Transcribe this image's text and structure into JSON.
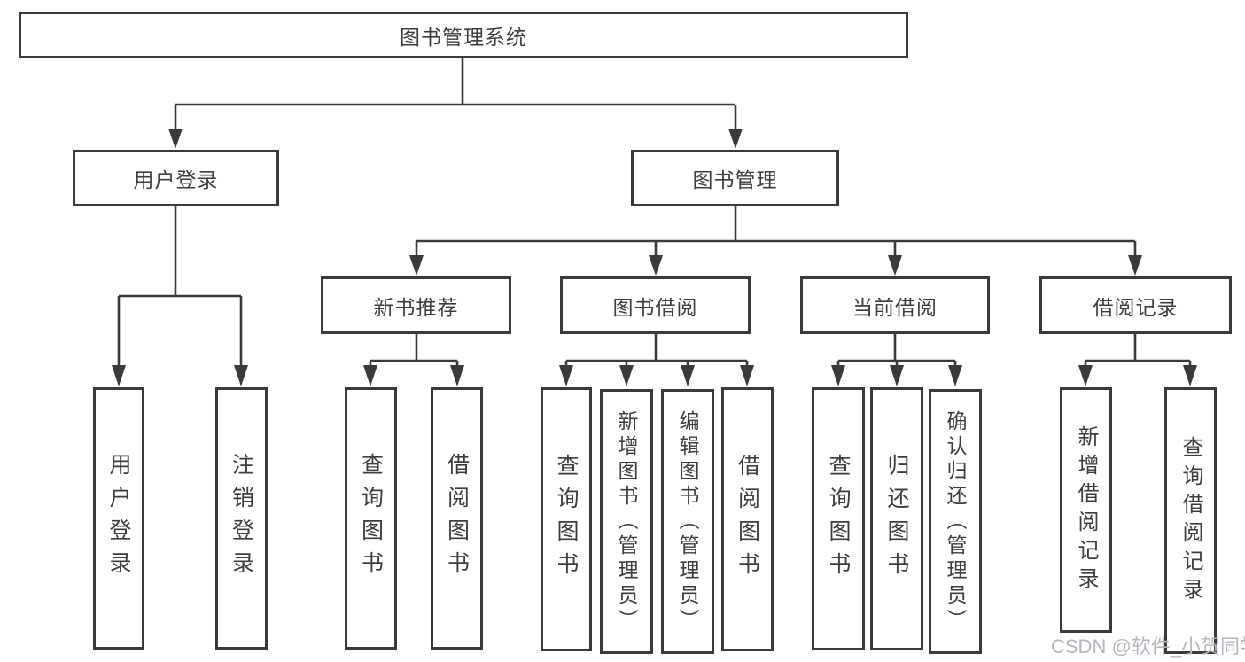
{
  "diagram_title": "图书管理系统",
  "colors": {
    "line": "#3a3a3a",
    "text": "#3d3d3d",
    "background": "#ffffff",
    "watermark": "#b6b6be"
  },
  "watermark": "CSDN @软件_小贺同学",
  "nodes": {
    "root": "图书管理系统",
    "login": "用户登录",
    "mgmt": "图书管理",
    "rec": "新书推荐",
    "borrow": "图书借阅",
    "current": "当前借阅",
    "records": "借阅记录",
    "leaf_login": "用户登录",
    "leaf_logout": "注销登录",
    "rec_query": "查询图书",
    "rec_borrow": "借阅图书",
    "bor_query": "查询图书",
    "bor_add": "新增图书（管理员）",
    "bor_edit": "编辑图书（管理员）",
    "bor_borrow": "借阅图书",
    "cur_query": "查询图书",
    "cur_return": "归还图书",
    "cur_confirm": "确认归还（管理员）",
    "records_add": "新增借阅记录",
    "records_query": "查询借阅记录"
  },
  "hierarchy": {
    "label": "图书管理系统",
    "children": [
      {
        "label": "用户登录",
        "children": [
          {
            "label": "用户登录"
          },
          {
            "label": "注销登录"
          }
        ]
      },
      {
        "label": "图书管理",
        "children": [
          {
            "label": "新书推荐",
            "children": [
              {
                "label": "查询图书"
              },
              {
                "label": "借阅图书"
              }
            ]
          },
          {
            "label": "图书借阅",
            "children": [
              {
                "label": "查询图书"
              },
              {
                "label": "新增图书（管理员）"
              },
              {
                "label": "编辑图书（管理员）"
              },
              {
                "label": "借阅图书"
              }
            ]
          },
          {
            "label": "当前借阅",
            "children": [
              {
                "label": "查询图书"
              },
              {
                "label": "归还图书"
              },
              {
                "label": "确认归还（管理员）"
              }
            ]
          },
          {
            "label": "借阅记录",
            "children": [
              {
                "label": "新增借阅记录"
              },
              {
                "label": "查询借阅记录"
              }
            ]
          }
        ]
      }
    ]
  }
}
